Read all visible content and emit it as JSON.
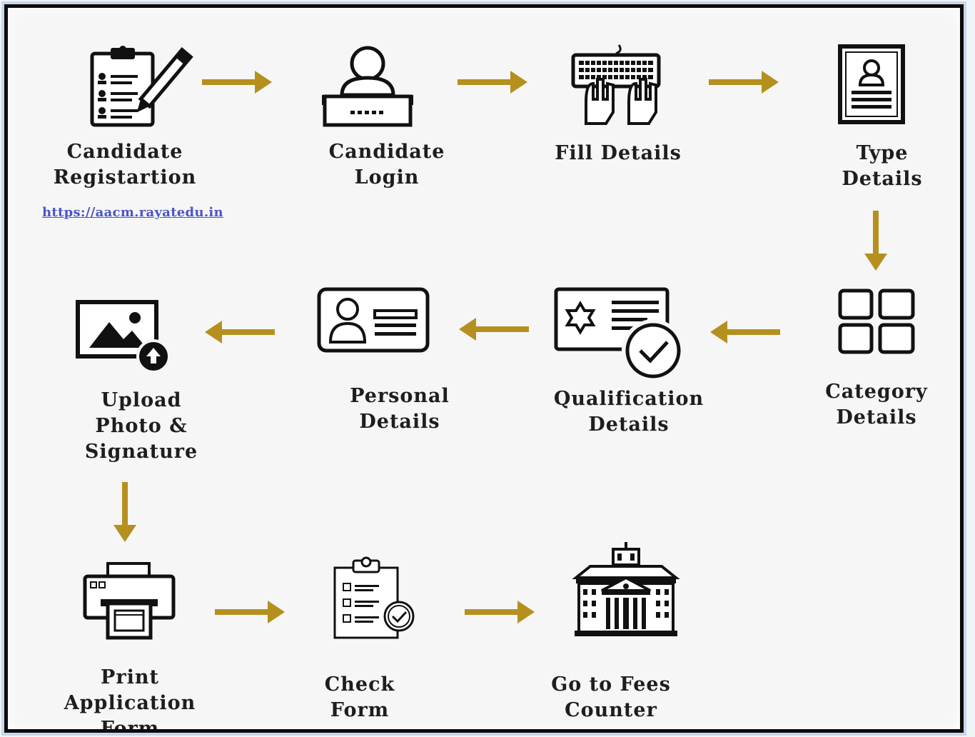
{
  "steps": {
    "candidate_registration": {
      "label_line1": "Candidate",
      "label_line2": "Registartion",
      "link": "https://aacm.rayatedu.in"
    },
    "candidate_login": {
      "label_line1": "Candidate",
      "label_line2": "Login"
    },
    "fill_details": {
      "label_line1": "Fill Details"
    },
    "type_details": {
      "label_line1": "Type",
      "label_line2": "Details"
    },
    "category_details": {
      "label_line1": "Category",
      "label_line2": "Details"
    },
    "qualification_details": {
      "label_line1": "Qualification",
      "label_line2": "Details"
    },
    "personal_details": {
      "label_line1": "Personal",
      "label_line2": "Details"
    },
    "upload_photo_signature": {
      "label_line1": "Upload",
      "label_line2": "Photo &",
      "label_line3": "Signature"
    },
    "print_application_form": {
      "label_line1": "Print",
      "label_line2": "Application",
      "label_line3": "Form"
    },
    "check_form": {
      "label_line1": "Check",
      "label_line2": "Form"
    },
    "go_to_fees_counter": {
      "label_line1": "Go to Fees",
      "label_line2": "Counter"
    }
  },
  "icons": {
    "candidate_registration": "clipboard-pencil-icon",
    "candidate_login": "user-login-icon",
    "fill_details": "keyboard-hands-icon",
    "type_details": "id-document-icon",
    "category_details": "grid-category-icon",
    "qualification_details": "certificate-check-icon",
    "personal_details": "id-card-icon",
    "upload_photo_signature": "image-upload-icon",
    "print_application_form": "printer-icon",
    "check_form": "checklist-icon",
    "go_to_fees_counter": "bank-building-icon"
  },
  "colors": {
    "arrow": "#b5901f",
    "text": "#1e1e1e",
    "link": "#4a55c8",
    "frame": "#0b0b0b"
  }
}
